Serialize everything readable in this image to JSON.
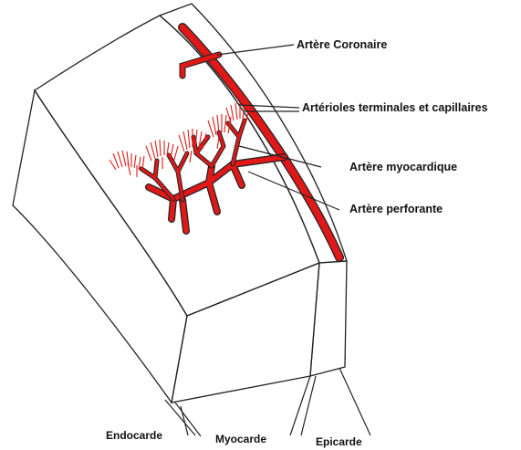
{
  "labels": {
    "coronary_artery": "Artère Coronaire",
    "terminal_arterioles": "Artérioles terminales et capillaires",
    "myocardial_artery": "Artère myocardique",
    "perforating_artery": "Artère perforante",
    "endocardium": "Endocarde",
    "myocardium": "Myocarde",
    "epicardium": "Epicarde"
  },
  "colors": {
    "myocardium": "#f4a0a0",
    "endo_epi": "#33e0ea",
    "artery": "#e01818",
    "outline": "#222222"
  }
}
